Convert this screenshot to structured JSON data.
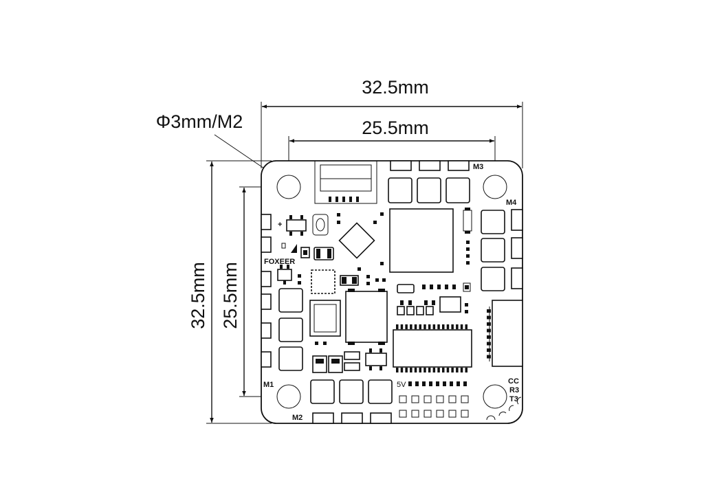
{
  "dimensions": {
    "overall_width": "32.5mm",
    "hole_spacing_width": "25.5mm",
    "overall_height": "32.5mm",
    "hole_spacing_height": "25.5mm",
    "hole_callout": "Φ3mm/M2"
  },
  "board_labels": {
    "m1": "M1",
    "m2": "M2",
    "m3": "M3",
    "m4": "M4",
    "brand": "FOXEER",
    "voltage": "5V",
    "cc": "CC",
    "r3": "R3",
    "t3": "T3",
    "plus": "+"
  },
  "colors": {
    "line": "#111111",
    "background": "#ffffff"
  }
}
